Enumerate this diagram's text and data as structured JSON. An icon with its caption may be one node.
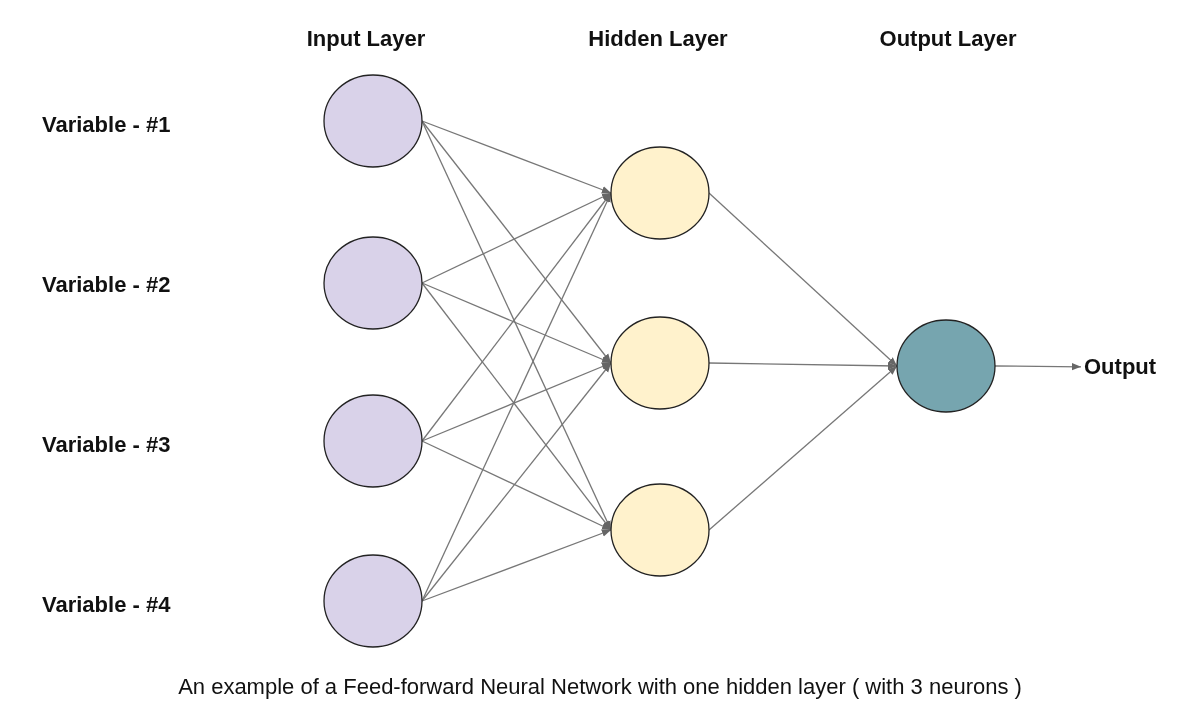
{
  "diagram": {
    "caption": "An example of a Feed-forward Neural Network with one hidden layer ( with 3 neurons )",
    "nodes": [
      {
        "text": [],
        "shape": "circle"
      },
      {
        "text": [],
        "shape": "circle"
      },
      {
        "text": [],
        "shape": "circle"
      },
      {
        "text": [],
        "shape": "circle"
      },
      {
        "text": [],
        "shape": "circle"
      },
      {
        "text": [],
        "shape": "circle"
      },
      {
        "text": [],
        "shape": "circle"
      },
      {
        "text": [],
        "shape": "circle"
      },
      {
        "text": [
          "Output"
        ]
      }
    ],
    "edges": [
      {
        "from": 0,
        "to": 4,
        "arrow": "to"
      },
      {
        "from": 0,
        "to": 5,
        "arrow": "to"
      },
      {
        "from": 0,
        "to": 6,
        "arrow": "to"
      },
      {
        "from": 1,
        "to": 4,
        "arrow": "to"
      },
      {
        "from": 1,
        "to": 5,
        "arrow": "to"
      },
      {
        "from": 1,
        "to": 6,
        "arrow": "to"
      },
      {
        "from": 2,
        "to": 4,
        "arrow": "to"
      },
      {
        "from": 2,
        "to": 5,
        "arrow": "to"
      },
      {
        "from": 2,
        "to": 6,
        "arrow": "to"
      },
      {
        "from": 3,
        "to": 4,
        "arrow": "to"
      },
      {
        "from": 3,
        "to": 5,
        "arrow": "to"
      },
      {
        "from": 3,
        "to": 6,
        "arrow": "to"
      },
      {
        "from": 4,
        "to": 7,
        "arrow": "to"
      },
      {
        "from": 5,
        "to": 7,
        "arrow": "to"
      },
      {
        "from": 6,
        "to": 7,
        "arrow": "to"
      },
      {
        "from": 7,
        "to": 8,
        "arrow": "to"
      }
    ],
    "labels": [
      "Input Layer",
      "Hidden Layer",
      "Output Layer",
      "Variable - #1",
      "Variable - #2",
      "Variable - #3",
      "Variable - #4"
    ]
  }
}
